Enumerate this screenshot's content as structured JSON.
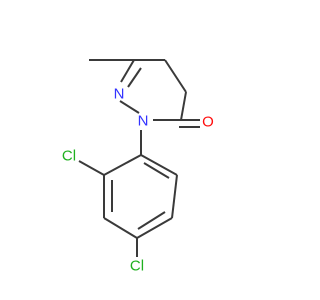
{
  "molecule": {
    "labels": {
      "n1": "N",
      "n2": "N",
      "o": "O",
      "cl1": "Cl",
      "cl2": "Cl"
    },
    "colors": {
      "bond": "#3a3a3a",
      "nitrogen": "#3333ff",
      "oxygen": "#ff0d0d",
      "chlorine": "#1fb01f"
    }
  }
}
